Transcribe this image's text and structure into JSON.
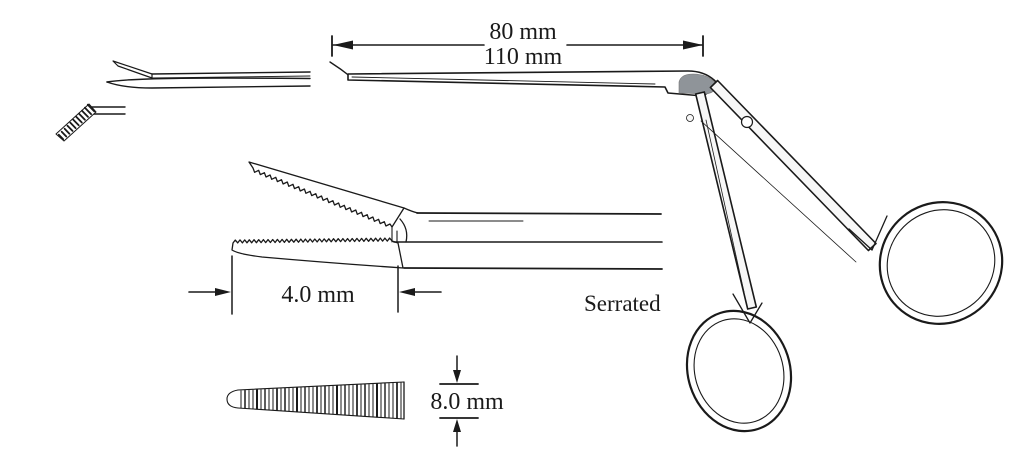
{
  "figure": {
    "labels": {
      "length_top": "80 mm",
      "length_total": "110 mm",
      "jaw_length": "4.0 mm",
      "texture": "Serrated",
      "jaw_width": "8.0 mm"
    },
    "colors": {
      "ink": "#1a1a1a",
      "shade": "#8f9499",
      "background": "#ffffff"
    }
  }
}
